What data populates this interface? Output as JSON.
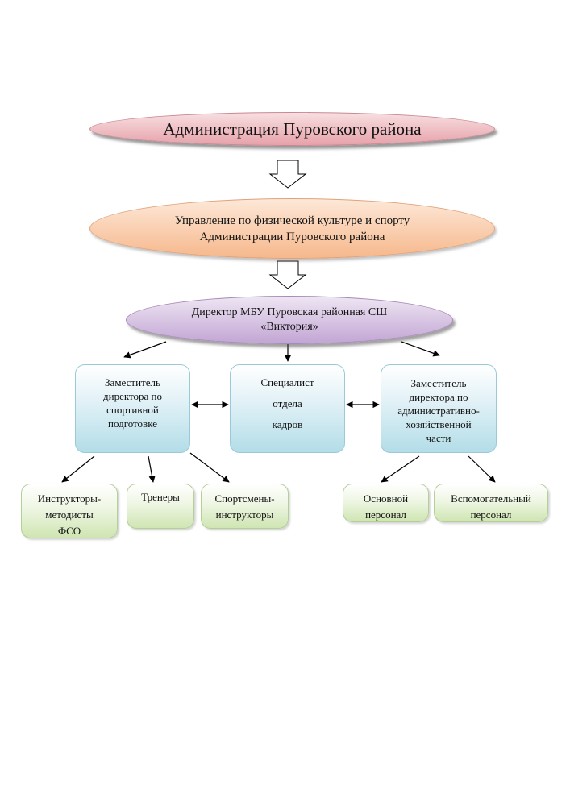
{
  "nodes": {
    "administration": "Администрация Пуровского района",
    "department": "Управление по физической культуре и спорту\nАдминистрации Пуровского района",
    "director": "Директор МБУ Пуровская районная СШ\n«Виктория»",
    "deputy_sport": "Заместитель\nдиректора по\nспортивной\nподготовке",
    "hr_specialist": "Специалист\nотдела\nкадров",
    "deputy_admin": "Заместитель\nдиректора по\nадминистративно-\nхозяйственной\nчасти",
    "instructors_methodists": "Инструкторы-\nметодисты\nФСО",
    "coaches": "Тренеры",
    "athlete_instructors": "Спортсмены-\nинструкторы",
    "main_staff": "Основной\nперсонал",
    "support_staff": "Вспомогательный\nперсонал"
  },
  "colors": {
    "level1": "#e7a2aa",
    "level2": "#f6b88c",
    "level3": "#c2a5d4",
    "middle_boxes": "#b3dde8",
    "bottom_boxes": "#cfe5b2",
    "connector": "#000000"
  }
}
